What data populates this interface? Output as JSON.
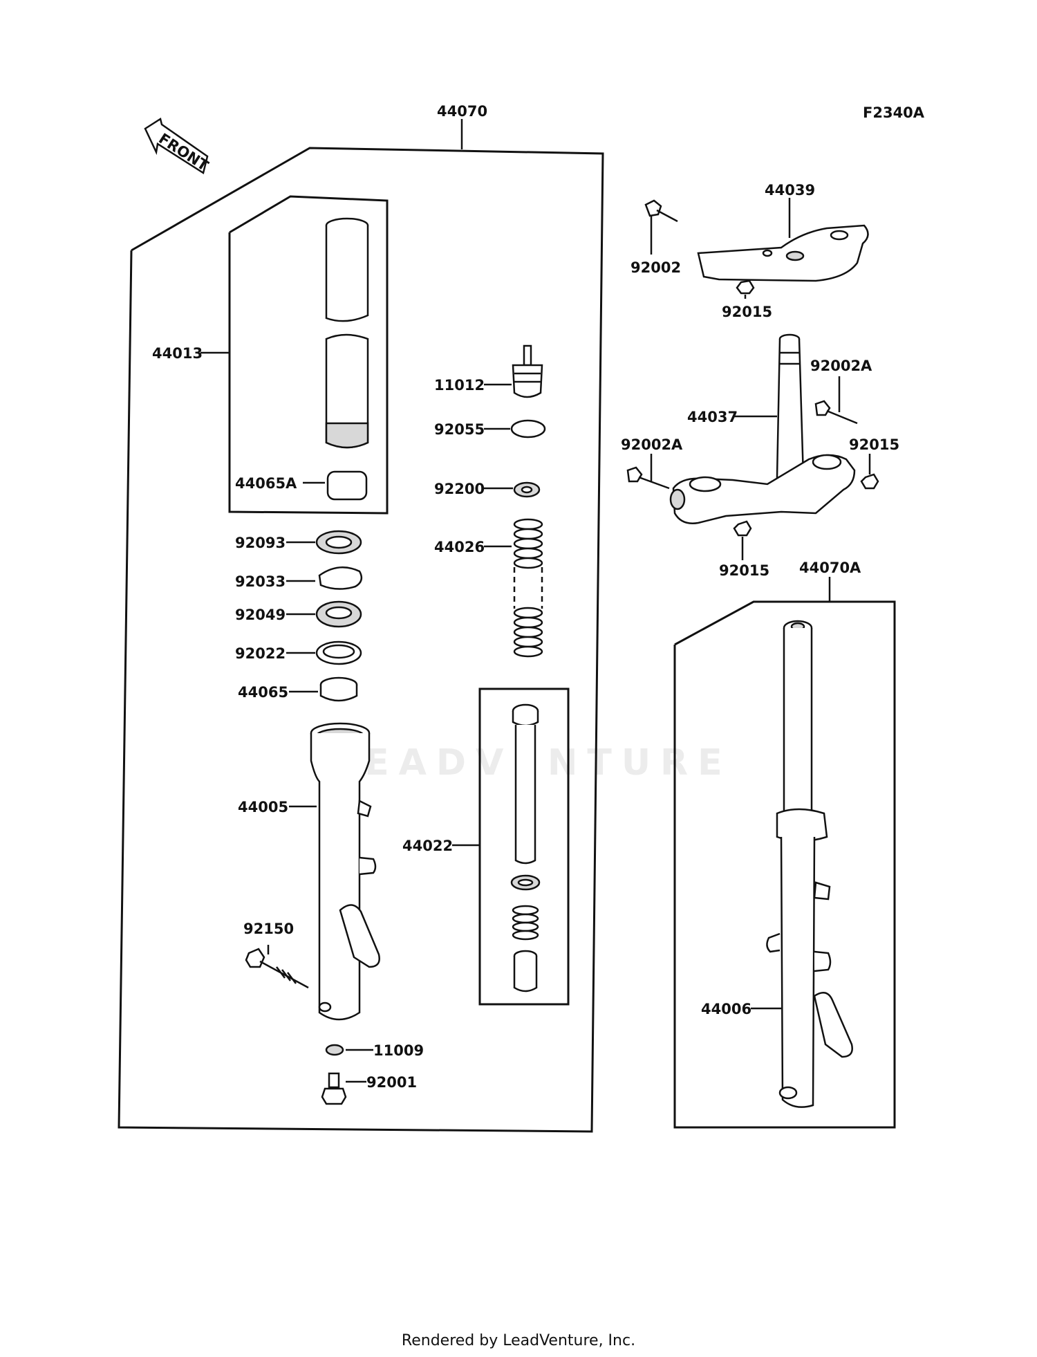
{
  "diagram_code": "F2340A",
  "front_arrow_label": "FRONT",
  "watermark": "LEADVENTURE",
  "footer": "Rendered by LeadVenture, Inc.",
  "parts": {
    "p44070": "44070",
    "p44013": "44013",
    "p44065A": "44065A",
    "p92093": "92093",
    "p92033": "92033",
    "p92049": "92049",
    "p92022": "92022",
    "p44065": "44065",
    "p44005": "44005",
    "p92150": "92150",
    "p11009": "11009",
    "p92001": "92001",
    "p11012": "11012",
    "p92055": "92055",
    "p92200": "92200",
    "p44026": "44026",
    "p44022": "44022",
    "p44039": "44039",
    "p92002": "92002",
    "p92015_top": "92015",
    "p92002A_right": "92002A",
    "p44037": "44037",
    "p92002A_left": "92002A",
    "p92015_right": "92015",
    "p92015_bottom": "92015",
    "p44070A": "44070A",
    "p44006": "44006"
  }
}
